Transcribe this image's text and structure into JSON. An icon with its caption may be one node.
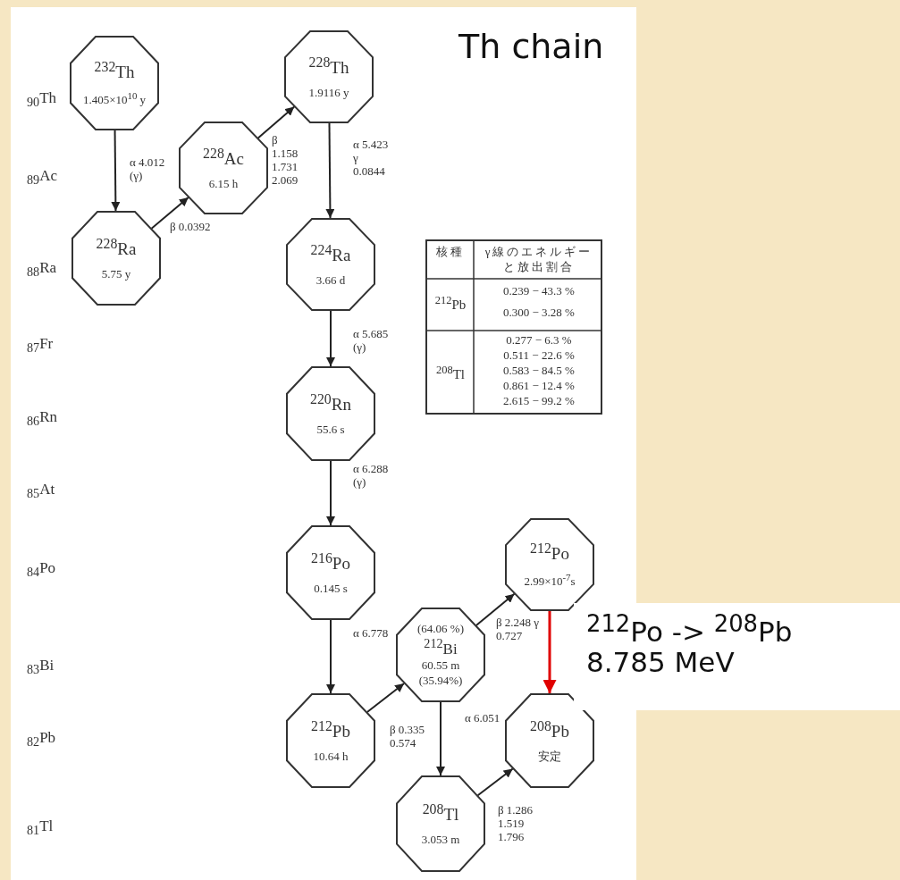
{
  "diagram": {
    "title": "Th chain",
    "nodes": [
      {
        "text": [
          "$^{232}$Th",
          "1.405×10$^{10}$ y"
        ]
      },
      {
        "text": [
          "$^{228}$Ra",
          "5.75 y"
        ]
      },
      {
        "text": [
          "$^{228}$Ac",
          "6.15 h"
        ]
      },
      {
        "text": [
          "$^{228}$Th",
          "1.9116 y"
        ]
      },
      {
        "text": [
          "$^{224}$Ra",
          "3.66 d"
        ]
      },
      {
        "text": [
          "$^{220}$Rn",
          "55.6 s"
        ]
      },
      {
        "text": [
          "$^{216}$Po",
          "0.145 s"
        ]
      },
      {
        "text": [
          "$^{212}$Pb",
          "10.64 h"
        ]
      },
      {
        "text": [
          "(64.06 %)",
          "$^{212}$Bi",
          "60.55 m",
          "(35.94%)"
        ]
      },
      {
        "text": [
          "$^{212}$Po",
          "2.99×10$^{-7}$s"
        ]
      },
      {
        "text": [
          "$^{208}$Pb",
          "安定"
        ]
      },
      {
        "text": [
          "$^{208}$Tl",
          "3.053 m"
        ]
      }
    ],
    "edges": [
      {
        "from": 0,
        "to": 1,
        "arrow": "to",
        "label": "α 4.012 (γ)"
      },
      {
        "from": 1,
        "to": 2,
        "arrow": "to",
        "label": "β 0.0392"
      },
      {
        "from": 2,
        "to": 3,
        "arrow": "to",
        "label": "β 1.158 1.731 2.069"
      },
      {
        "from": 3,
        "to": 4,
        "arrow": "to",
        "label": "α 5.423 γ 0.0844"
      },
      {
        "from": 4,
        "to": 5,
        "arrow": "to",
        "label": "α 5.685 (γ)"
      },
      {
        "from": 5,
        "to": 6,
        "arrow": "to",
        "label": "α 6.288 (γ)"
      },
      {
        "from": 6,
        "to": 7,
        "arrow": "to",
        "label": "α 6.778"
      },
      {
        "from": 7,
        "to": 8,
        "arrow": "to",
        "label": "β 0.335 0.574"
      },
      {
        "from": 8,
        "to": 9,
        "arrow": "to",
        "label": "β 2.248 γ 0.727"
      },
      {
        "from": 9,
        "to": 10,
        "arrow": "to",
        "color": "#e00000"
      },
      {
        "from": 8,
        "to": 11,
        "arrow": "to",
        "label": "α 6.051"
      },
      {
        "from": 11,
        "to": 10,
        "arrow": "to",
        "label": "β 1.286 1.519 1.796"
      }
    ],
    "labels": [
      "$_{90}$Th",
      "$_{89}$Ac",
      "$_{88}$Ra",
      "$_{87}$Fr",
      "$_{86}$Rn",
      "$_{85}$At",
      "$_{84}$Po",
      "$_{83}$Bi",
      "$_{82}$Pb",
      "$_{81}$Tl",
      "核種",
      "γ線のエネルギーと放出割合",
      "$^{212}$Pb",
      "0.239 − 43.3 %",
      "0.300 − 3.28 %",
      "$^{208}$Tl",
      "0.277 − 6.3 %",
      "0.511 − 22.6 %",
      "0.583 − 84.5 %",
      "0.861 − 12.4 %",
      "2.615 − 99.2 %",
      "$^{212}$Po -> $^{208}$Pb",
      "8.785 MeV"
    ]
  }
}
